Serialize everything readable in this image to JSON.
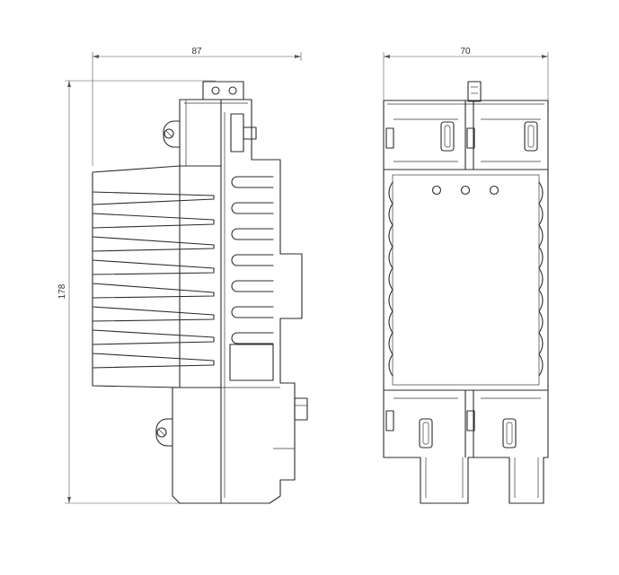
{
  "dimensions": {
    "side_width": "87",
    "front_width": "70",
    "height": "178"
  },
  "colors": {
    "line": "#2b2b2b",
    "background": "#ffffff"
  }
}
